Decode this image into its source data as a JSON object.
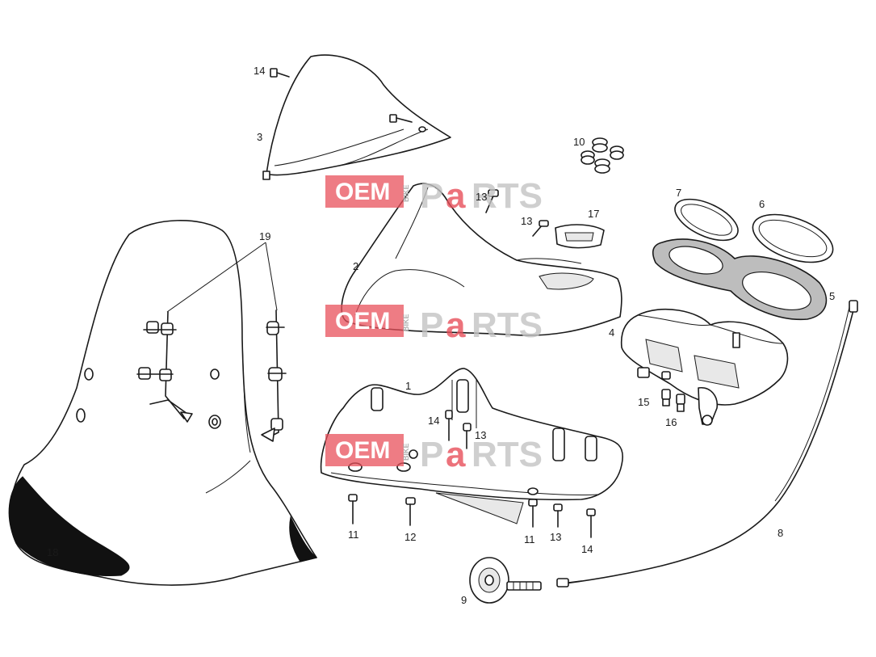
{
  "watermark": {
    "oem": "OEM",
    "bike": "BIKE",
    "p": "P",
    "a": "a",
    "rts": "RTS"
  },
  "callouts": {
    "c1": "1",
    "c2": "2",
    "c3": "3",
    "c4": "4",
    "c5": "5",
    "c6": "6",
    "c7": "7",
    "c8": "8",
    "c9": "9",
    "c10": "10",
    "c11a": "11",
    "c11b": "11",
    "c12": "12",
    "c13a": "13",
    "c13b": "13",
    "c13c": "13",
    "c13d": "13",
    "c14a": "14",
    "c14b": "14",
    "c14c": "14",
    "c15": "15",
    "c16": "16",
    "c17": "17",
    "c18": "18",
    "c19": "19"
  },
  "colors": {
    "line": "#1a1a1a",
    "watermark_red": "#e8505b",
    "watermark_grey": "#c4c4c4"
  }
}
